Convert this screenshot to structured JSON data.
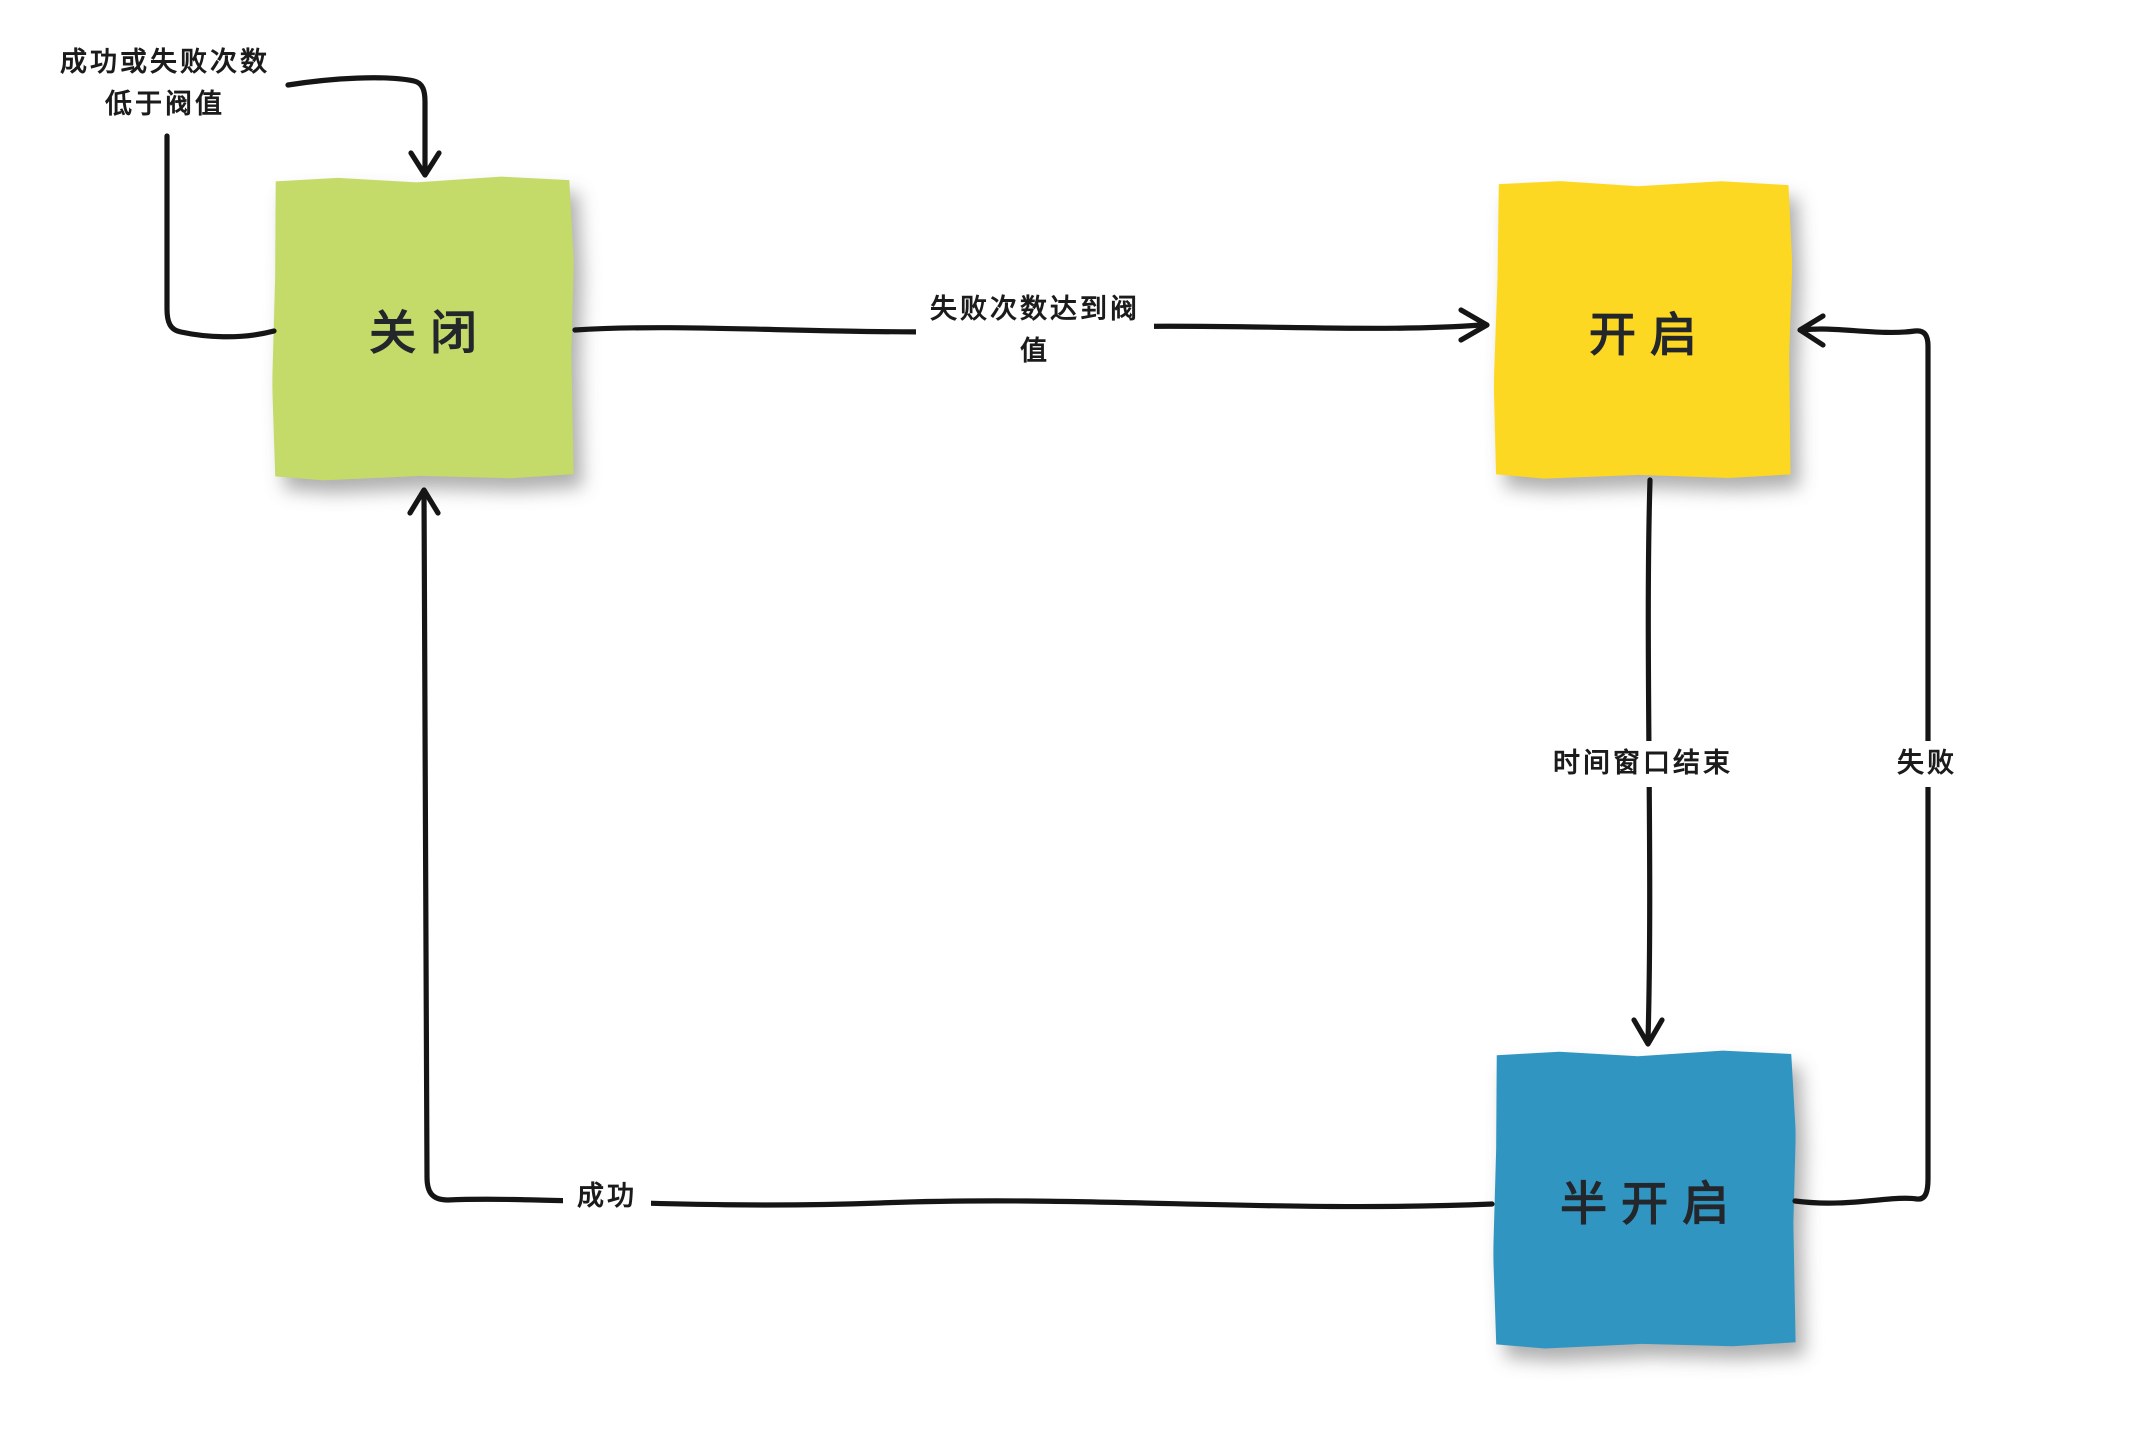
{
  "diagram": {
    "background_color": "#ffffff",
    "line_color": "#151515",
    "states": [
      {
        "label": "关闭",
        "color": "#c4da69"
      },
      {
        "label": "开启",
        "color": "#fdd822"
      },
      {
        "label": "半开启",
        "color": "#3195c1"
      }
    ],
    "transitions": [
      {
        "from": "关闭",
        "to": "关闭",
        "label_line1": "成功或失败次数",
        "label_line2": "低于阀值"
      },
      {
        "from": "关闭",
        "to": "开启",
        "label_line1": "失败次数达到阀",
        "label_line2": "值"
      },
      {
        "from": "开启",
        "to": "半开启",
        "label": "时间窗口结束"
      },
      {
        "from": "半开启",
        "to": "开启",
        "label": "失败"
      },
      {
        "from": "半开启",
        "to": "关闭",
        "label": "成功"
      }
    ]
  }
}
